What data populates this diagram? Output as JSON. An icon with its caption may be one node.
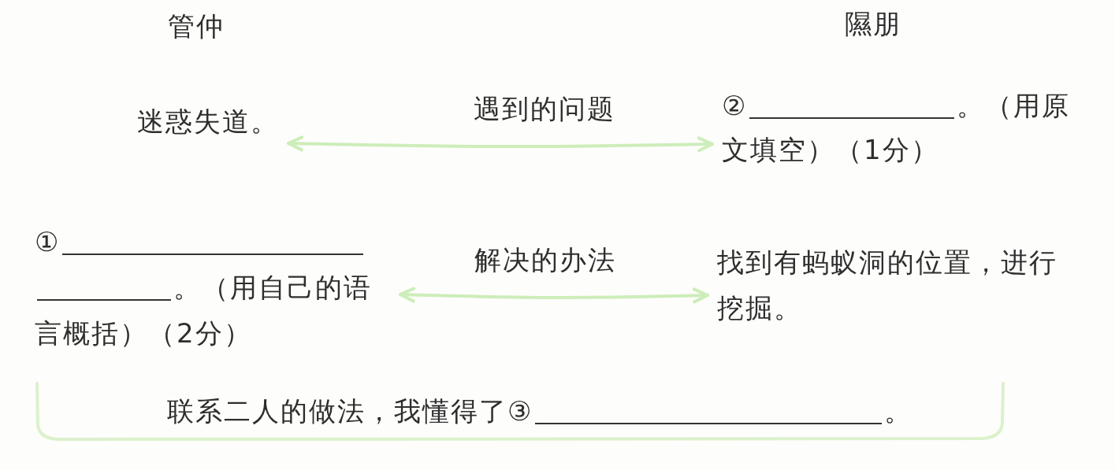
{
  "diagram": {
    "nodes": [
      {
        "text": [
          "迷惑失道。"
        ]
      },
      {
        "text": [
          "②",
          "。（用原文填空）（1分）"
        ]
      },
      {
        "text": [
          "①",
          "。（用自己的语言概括）（2分）"
        ]
      },
      {
        "text": [
          "找到有蚂蚁洞的位置，进行挖掘。"
        ]
      },
      {
        "text": [
          "联系二人的做法，我懂得了③",
          "。"
        ]
      }
    ],
    "edges": [
      {
        "from": 0,
        "to": 1,
        "arrow": "both",
        "label": "遇到的问题"
      },
      {
        "from": 2,
        "to": 3,
        "arrow": "both",
        "label": "解决的办法"
      }
    ],
    "labels": [
      "管仲",
      "隰朋"
    ]
  }
}
